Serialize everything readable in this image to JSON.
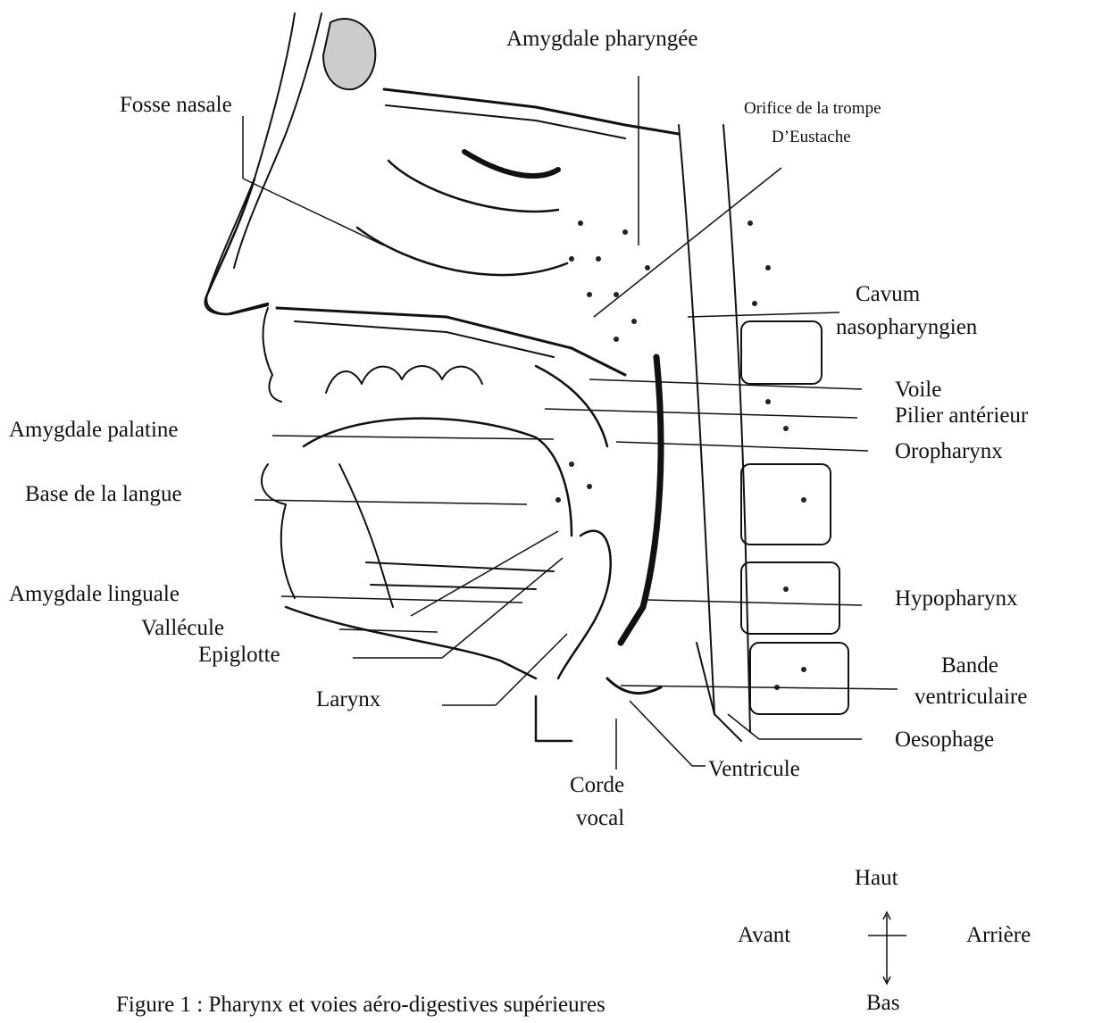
{
  "labels": {
    "amygdale_pharyngee": "Amygdale pharyngée",
    "fosse_nasale": "Fosse nasale",
    "orifice_trompe_l1": "Orifice de la trompe",
    "orifice_trompe_l2": "D’Eustache",
    "cavum_l1": "Cavum",
    "cavum_l2": "nasopharyngien",
    "voile": "Voile",
    "pilier": "Pilier antérieur",
    "oropharynx": "Oropharynx",
    "amygdale_palatine": "Amygdale palatine",
    "base_langue": "Base de la langue",
    "amygdale_linguale": "Amygdale linguale",
    "vallecule": "Vallécule",
    "epiglotte": "Epiglotte",
    "larynx": "Larynx",
    "hypopharynx": "Hypopharynx",
    "bande_l1": "Bande",
    "bande_l2": "ventriculaire",
    "oesophage": "Oesophage",
    "ventricule": "Ventricule",
    "corde_l1": "Corde",
    "corde_l2": "vocal"
  },
  "orientation": {
    "haut": "Haut",
    "bas": "Bas",
    "avant": "Avant",
    "arriere": "Arrière"
  },
  "caption": "Figure 1 : Pharynx et voies aéro-digestives supérieures",
  "colors": {
    "ink": "#111111",
    "stipple": "#222222",
    "background": "#ffffff"
  }
}
